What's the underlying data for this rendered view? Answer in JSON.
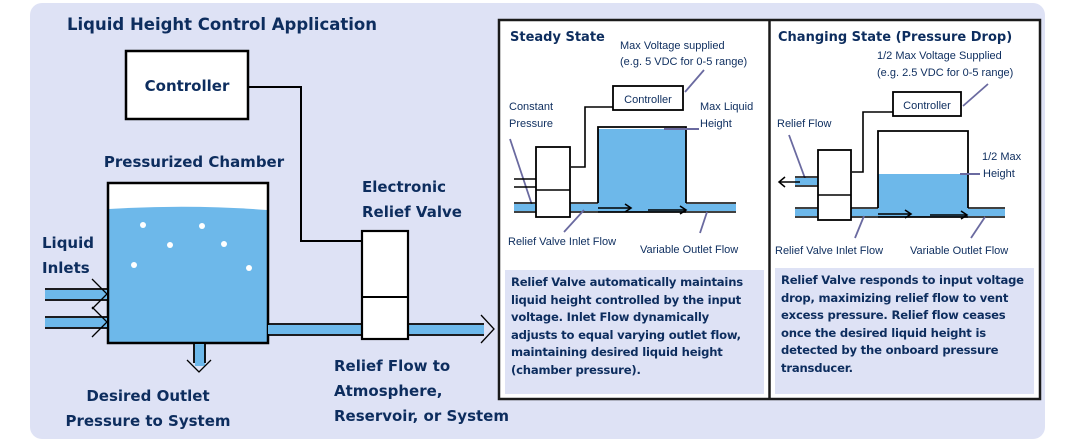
{
  "title": "Liquid Height Control Application",
  "main": {
    "controller_label": "Controller",
    "chamber_label": "Pressurized Chamber",
    "inlets_label": [
      "Liquid",
      "Inlets"
    ],
    "valve_label": [
      "Electronic",
      "Relief Valve"
    ],
    "outlet_label": [
      "Desired Outlet",
      "Pressure to System"
    ],
    "relief_label": [
      "Relief Flow to",
      "Atmosphere,",
      "Reservoir, or System"
    ]
  },
  "steady": {
    "heading": "Steady State",
    "voltage_note": [
      "Max Voltage supplied",
      "(e.g. 5 VDC for 0-5 range)"
    ],
    "controller_label": "Controller",
    "pressure_note": [
      "Constant",
      "Pressure"
    ],
    "height_note": [
      "Max Liquid",
      "Height"
    ],
    "inlet_flow": "Relief Valve Inlet Flow",
    "outlet_flow": "Variable Outlet Flow",
    "liquid_level": 1.0,
    "description": "Relief Valve automatically maintains liquid height controlled by the input voltage. Inlet Flow dynamically adjusts to equal varying outlet flow, maintaining desired liquid height (chamber pressure)."
  },
  "changing": {
    "heading": "Changing State (Pressure Drop)",
    "voltage_note": [
      "1/2 Max Voltage Supplied",
      "(e.g. 2.5 VDC for 0-5 range)"
    ],
    "controller_label": "Controller",
    "relief_note": "Relief Flow",
    "height_note": [
      "1/2 Max",
      "Height"
    ],
    "inlet_flow": "Relief Valve Inlet Flow",
    "outlet_flow": "Variable Outlet Flow",
    "liquid_level": 0.5,
    "description": "Relief Valve responds to input voltage drop, maximizing relief flow to vent excess pressure. Relief flow ceases once the desired liquid height is detected by the onboard pressure transducer."
  },
  "colors": {
    "background": "#dee2f5",
    "water": "#6db8ea",
    "text": "#0d2d5e",
    "pointer": "#6a6aa0"
  }
}
